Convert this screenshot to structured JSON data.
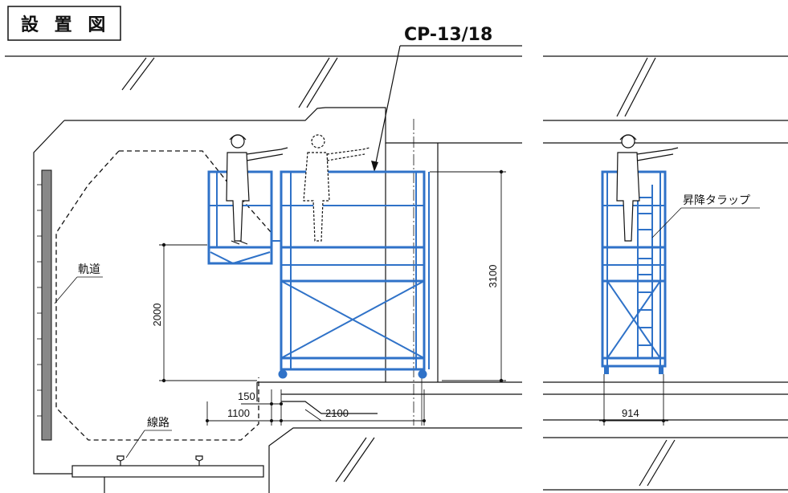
{
  "title": "設 置 図",
  "model": "CP-13/18",
  "labels": {
    "track": "軌道",
    "rail_line": "線路",
    "ladder": "昇降タラップ"
  },
  "dimensions": {
    "platform_height": "2000",
    "total_height": "3100",
    "offset_small": "150",
    "offset_left": "1100",
    "length": "2100",
    "width": "914"
  },
  "colors": {
    "scaffold": "#2f72c8",
    "line": "#111111"
  }
}
